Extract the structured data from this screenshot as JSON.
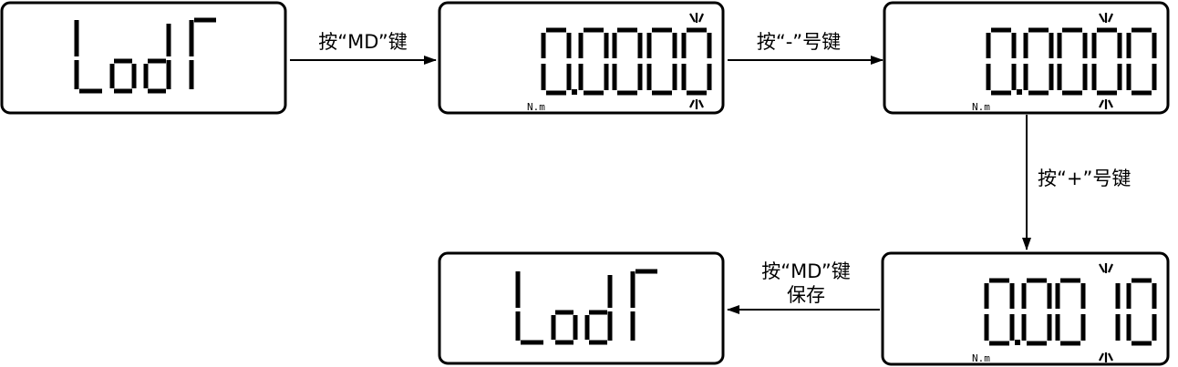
{
  "steps": {
    "lcd1": {
      "text": "LodΓ"
    },
    "arrow1": {
      "label": "按“MD”键"
    },
    "lcd2": {
      "digits": "0.0000",
      "unit": "N.m",
      "blinking_digit": 4
    },
    "arrow2": {
      "label": "按“-”号键"
    },
    "lcd3": {
      "digits": "0.0000",
      "unit": "N.m",
      "blinking_digit": 4
    },
    "arrow3": {
      "label": "按“+”号键"
    },
    "lcd4": {
      "digits": "0.0010",
      "unit": "N.m",
      "blinking_digit": 3
    },
    "arrow4": {
      "line1": "按“MD”键",
      "line2": "保存"
    },
    "lcd5": {
      "text": "LodΓ"
    }
  }
}
